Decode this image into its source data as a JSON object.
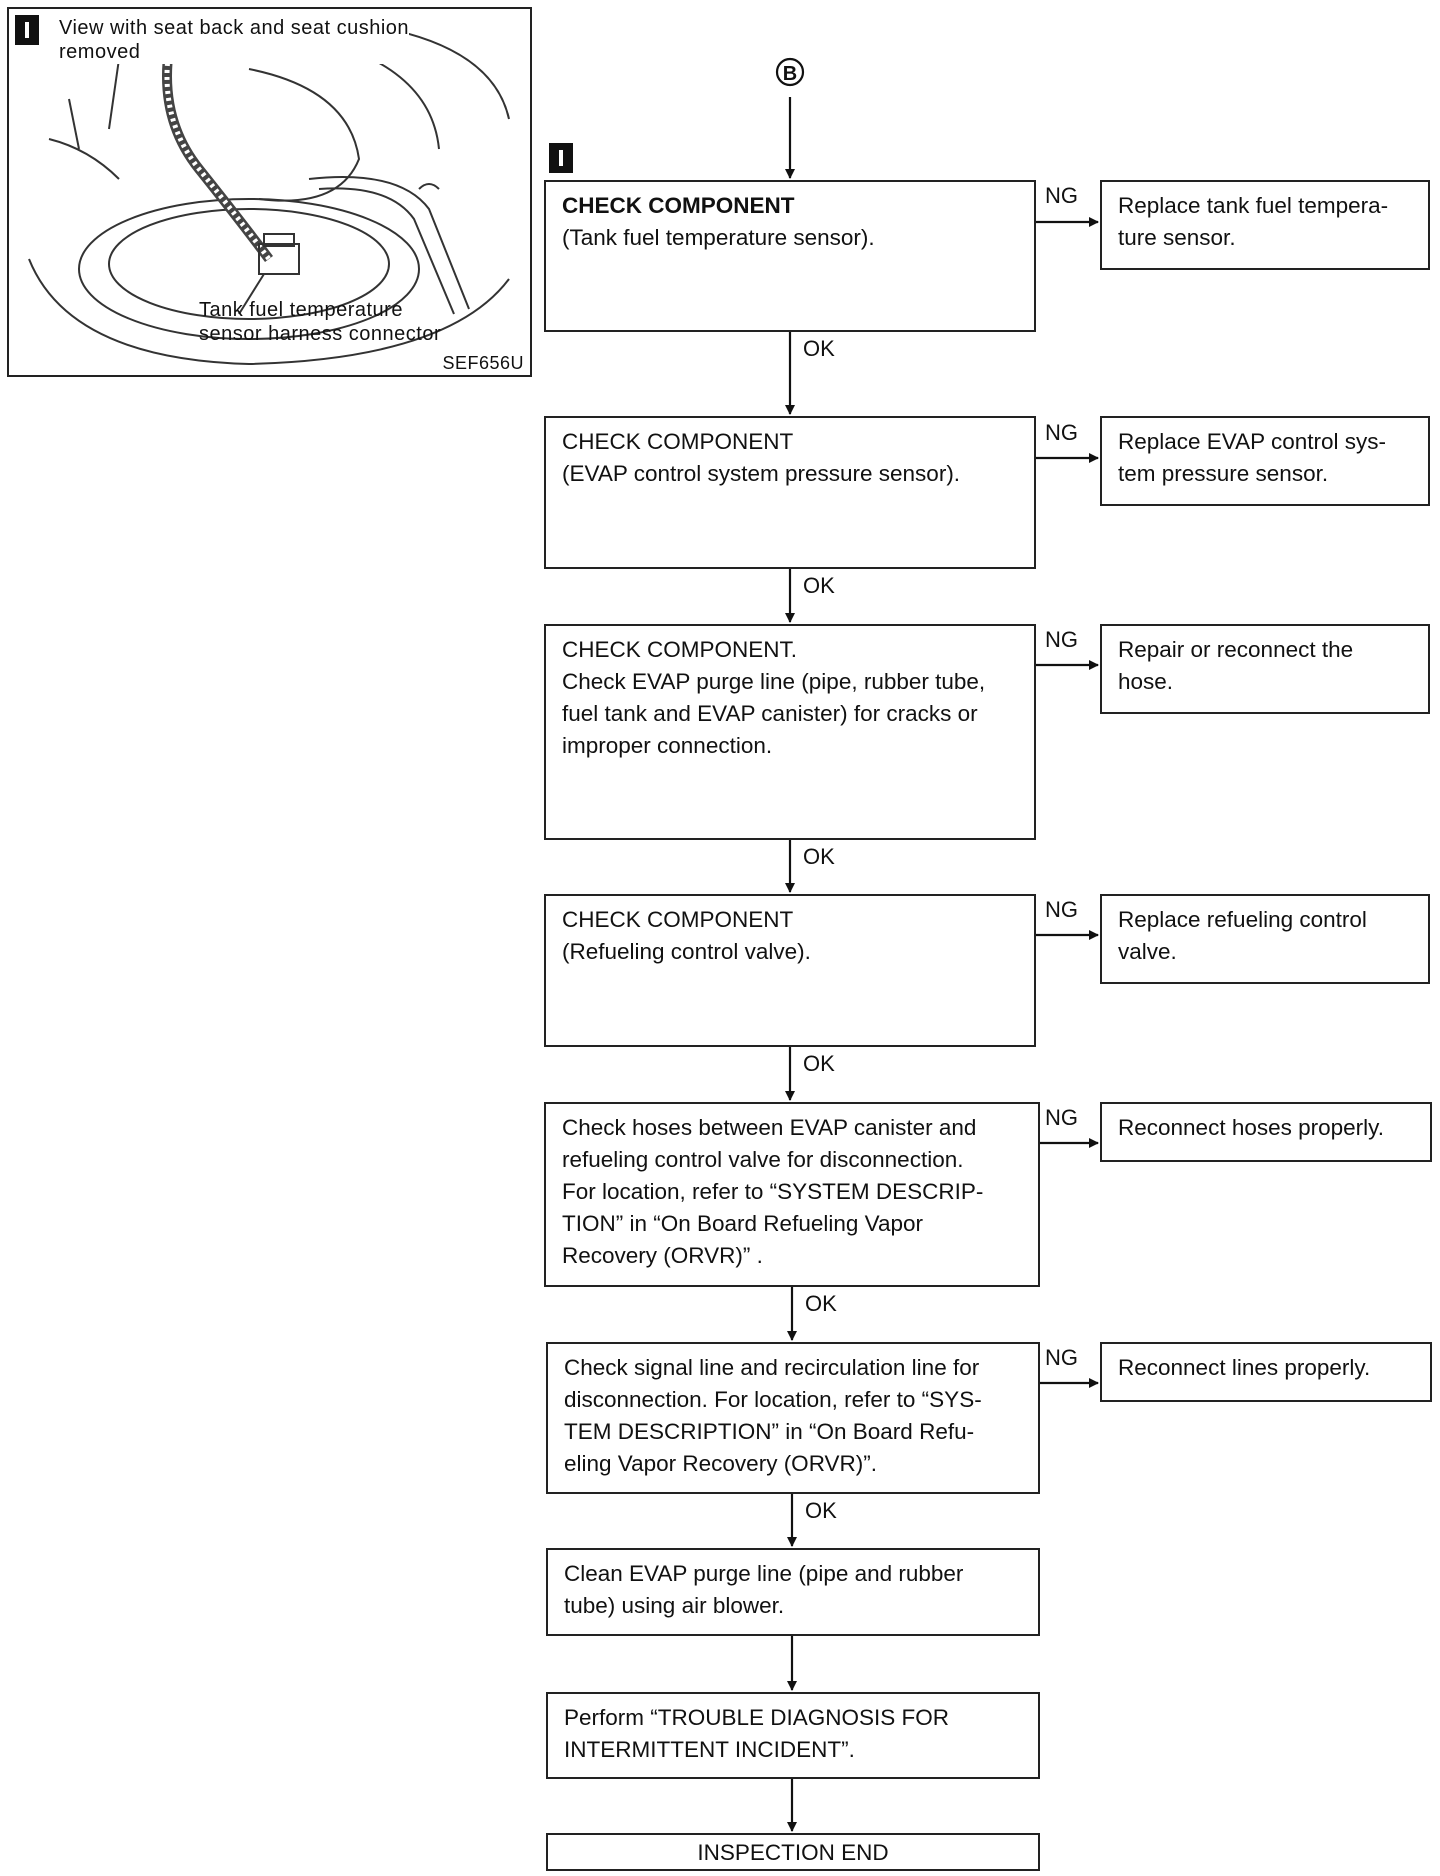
{
  "illustration": {
    "caption": "View with seat back and seat cushion\nremoved",
    "connector_label": "Tank fuel temperature\nsensor harness connector",
    "figure_code": "SEF656U"
  },
  "connector_symbol": "B",
  "steps": [
    {
      "title": "CHECK COMPONENT",
      "text": "(Tank fuel temperature sensor).",
      "ok": "OK",
      "ng": "NG",
      "ng_action": "Replace tank fuel tempera-\nture sensor."
    },
    {
      "title": "CHECK COMPONENT",
      "text": "(EVAP control system pressure sensor).",
      "ok": "OK",
      "ng": "NG",
      "ng_action": "Replace EVAP control sys-\ntem pressure sensor."
    },
    {
      "title": "CHECK COMPONENT.",
      "text": "Check EVAP purge line (pipe, rubber tube,\nfuel tank and EVAP canister) for cracks or\nimproper connection.",
      "ok": "OK",
      "ng": "NG",
      "ng_action": "Repair or reconnect the\nhose."
    },
    {
      "title": "CHECK COMPONENT",
      "text": "(Refueling control valve).",
      "ok": "OK",
      "ng": "NG",
      "ng_action": "Replace refueling control\nvalve."
    },
    {
      "text": "Check hoses between EVAP canister and\nrefueling control valve for disconnection.\nFor location, refer to “SYSTEM DESCRIP-\nTION” in “On Board Refueling Vapor\nRecovery (ORVR)” .",
      "ok": "OK",
      "ng": "NG",
      "ng_action": "Reconnect hoses properly."
    },
    {
      "text": "Check signal line and recirculation line for\ndisconnection. For location, refer to “SYS-\nTEM DESCRIPTION” in “On Board Refu-\neling Vapor Recovery (ORVR)”.",
      "ok": "OK",
      "ng": "NG",
      "ng_action": "Reconnect lines properly."
    },
    {
      "text": "Clean EVAP purge line (pipe and rubber\ntube) using air blower."
    },
    {
      "text": "Perform “TROUBLE DIAGNOSIS FOR\nINTERMITTENT INCIDENT”."
    },
    {
      "text": "INSPECTION END"
    }
  ]
}
